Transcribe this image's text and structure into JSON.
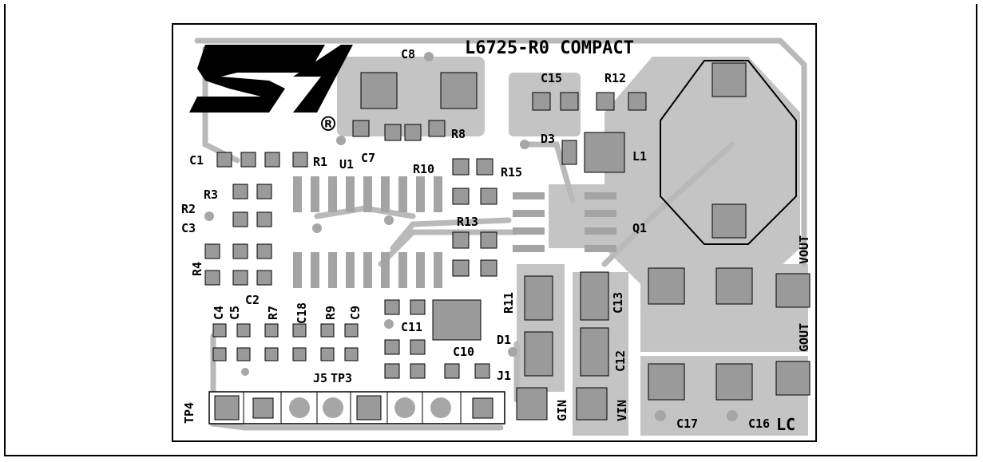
{
  "board": {
    "title": "L6725-R0 COMPACT",
    "logo_text": "ST",
    "registered_mark": "®"
  },
  "labels": {
    "C8": "C8",
    "C15": "C15",
    "R12": "R12",
    "C7": "C7",
    "R8": "R8",
    "D3": "D3",
    "L1": "L1",
    "C1": "C1",
    "R1": "R1",
    "U1": "U1",
    "R10": "R10",
    "R15": "R15",
    "R3": "R3",
    "R2": "R2",
    "C3": "C3",
    "R13": "R13",
    "Q1": "Q1",
    "R4": "R4",
    "VOUT": "VOUT",
    "C4": "C4",
    "C5": "C5",
    "C2": "C2",
    "R7": "R7",
    "C18": "C18",
    "R9": "R9",
    "C9": "C9",
    "R11": "R11",
    "C13": "C13",
    "C11": "C11",
    "D1": "D1",
    "GOUT": "GOUT",
    "C10": "C10",
    "C12": "C12",
    "J5": "J5",
    "TP3": "TP3",
    "J1": "J1",
    "TP4": "TP4",
    "GIN": "GIN",
    "VIN": "VIN",
    "C17": "C17",
    "C16": "C16",
    "LC": "LC"
  },
  "colors": {
    "pad": "#9a9a9a",
    "trace": "#b9b9b9",
    "copper_pour": "#c4c4c4",
    "silkscreen": "#000000"
  }
}
